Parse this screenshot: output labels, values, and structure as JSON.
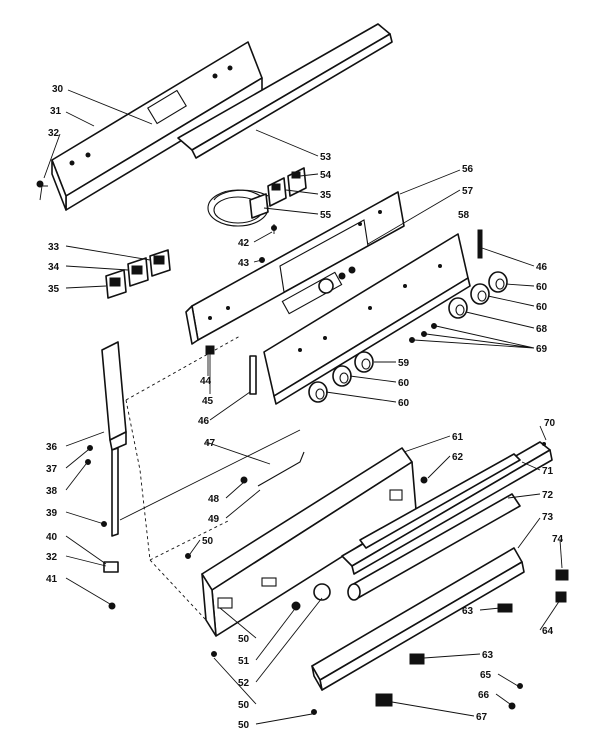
{
  "callouts": [
    "30",
    "31",
    "32",
    "53",
    "54",
    "35",
    "55",
    "56",
    "57",
    "42",
    "43",
    "33",
    "34",
    "35",
    "58",
    "46",
    "60",
    "60",
    "68",
    "69",
    "44",
    "45",
    "46",
    "59",
    "60",
    "60",
    "36",
    "37",
    "38",
    "47",
    "61",
    "62",
    "70",
    "71",
    "48",
    "49",
    "72",
    "39",
    "40",
    "32",
    "41",
    "50",
    "73",
    "74",
    "63",
    "64",
    "50",
    "51",
    "63",
    "52",
    "65",
    "66",
    "50",
    "67",
    "50"
  ]
}
